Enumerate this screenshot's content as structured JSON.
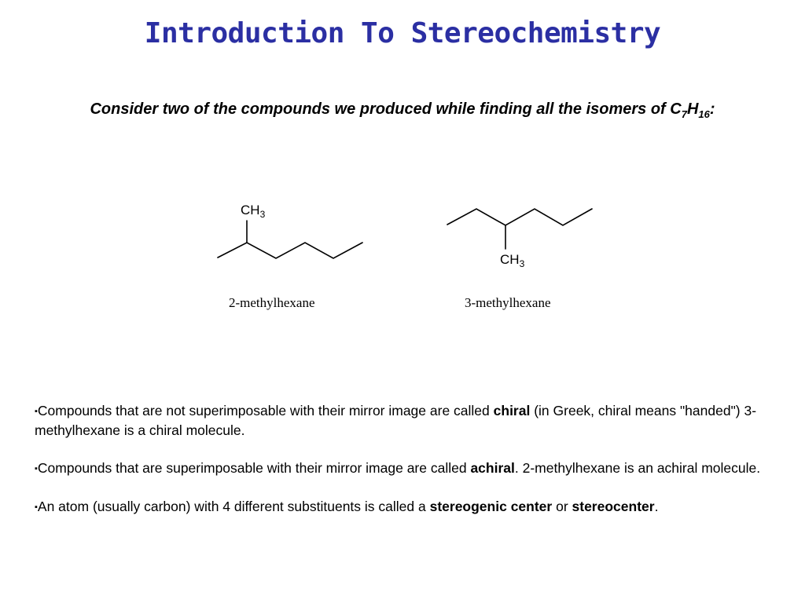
{
  "slide": {
    "title": "Introduction To Stereochemistry",
    "subtitle_text": "Consider two of the compounds we produced while finding all the isomers of C",
    "subtitle_sub1": "7",
    "subtitle_mid": "H",
    "subtitle_sub2": "16",
    "subtitle_end": ":"
  },
  "molecules": [
    {
      "group": "CH",
      "group_sub": "3",
      "name": "2-methylhexane"
    },
    {
      "group": "CH",
      "group_sub": "3",
      "name": "3-methylhexane"
    }
  ],
  "bullets": [
    {
      "marker": "▪",
      "pre": "Compounds that are not superimposable with their mirror image are called ",
      "bold": "chiral",
      "post": " (in Greek, chiral means \"handed\")  3-methylhexane is a chiral molecule."
    },
    {
      "marker": "▪",
      "pre": "Compounds that are superimposable with their mirror image are called ",
      "bold": "achiral",
      "post": ".  2-methylhexane is an achiral molecule."
    },
    {
      "marker": "▪",
      "pre": "An atom (usually carbon) with 4 different substituents is called a ",
      "bold": "stereogenic center",
      "mid": " or ",
      "bold2": "stereocenter",
      "post": "."
    }
  ]
}
